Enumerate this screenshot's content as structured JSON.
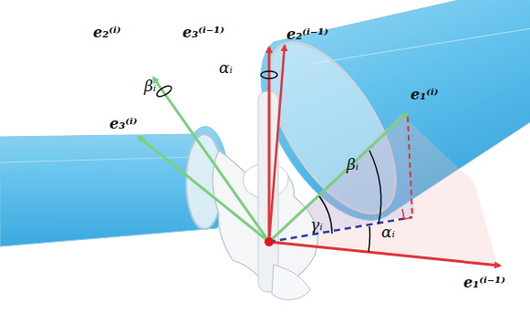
{
  "diagram": {
    "labels": [
      "e₂⁽ⁱ⁾",
      "e₃⁽ⁱ⁻¹⁾",
      "e₂⁽ⁱ⁻¹⁾",
      "αᵢ",
      "βᵢ",
      "e₁⁽ⁱ⁾",
      "e₃⁽ⁱ⁾",
      "βᵢ",
      "γᵢ",
      "αᵢ",
      "e₁⁽ⁱ⁻¹⁾"
    ]
  }
}
